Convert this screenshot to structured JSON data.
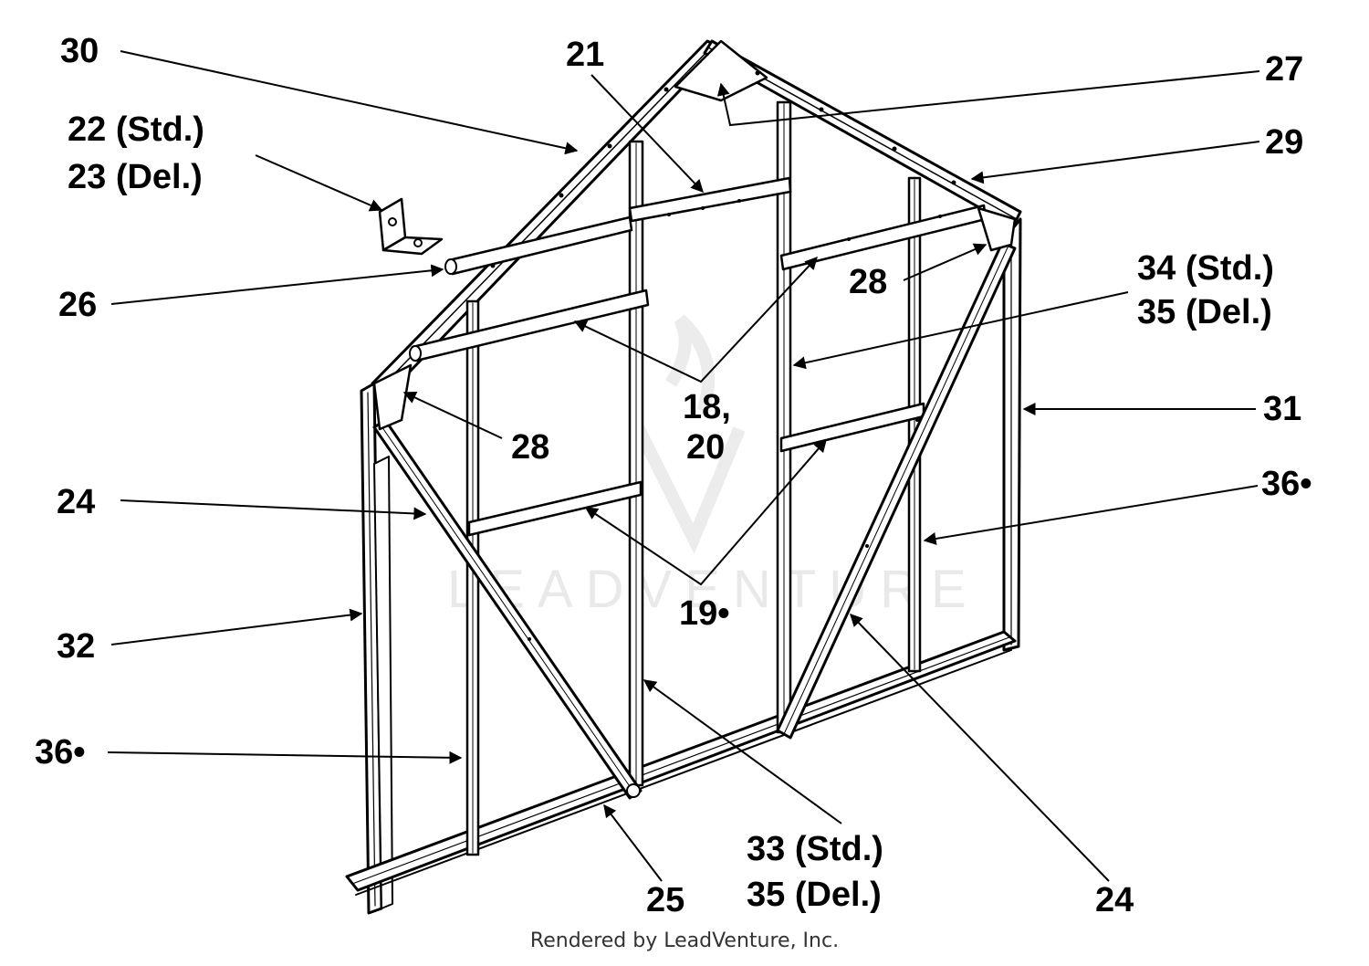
{
  "labels": {
    "l30": "30",
    "l21": "21",
    "l27": "27",
    "l29": "29",
    "l22a": "22 (Std.)",
    "l22b": "23 (Del.)",
    "l26": "26",
    "l28a": "28",
    "l34a": "34 (Std.)",
    "l34b": "35 (Del.)",
    "l18a": "18,",
    "l18b": "20",
    "l28b": "28",
    "l31": "31",
    "l36a": "36•",
    "l24a": "24",
    "l19": "19•",
    "l32": "32",
    "l36b": "36•",
    "l25": "25",
    "l33a": "33 (Std.)",
    "l33b": "35 (Del.)",
    "l24b": "24"
  },
  "watermark": "LEADVENTURE",
  "footer": "Rendered by LeadVenture, Inc."
}
